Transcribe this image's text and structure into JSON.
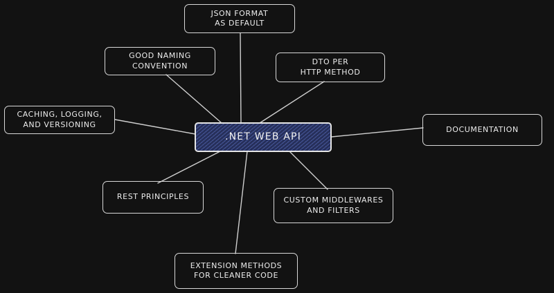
{
  "diagram": {
    "center": {
      "label": ".NET WEB API"
    },
    "branches": [
      {
        "id": "json-format",
        "label": "JSON FORMAT\nAS DEFAULT"
      },
      {
        "id": "good-naming",
        "label": "GOOD NAMING\nCONVENTION"
      },
      {
        "id": "dto-per-method",
        "label": "DTO PER\nHTTP METHOD"
      },
      {
        "id": "caching-logging",
        "label": "CACHING, LOGGING,\nAND VERSIONING"
      },
      {
        "id": "documentation",
        "label": "DOCUMENTATION"
      },
      {
        "id": "rest-principles",
        "label": "REST PRINCIPLES"
      },
      {
        "id": "custom-middlewares",
        "label": "CUSTOM MIDDLEWARES\nAND FILTERS"
      },
      {
        "id": "extension-methods",
        "label": "EXTENSION METHODS\nFOR CLEANER CODE"
      }
    ]
  },
  "colors": {
    "background": "#121212",
    "center_fill": "#262f5a",
    "stroke": "#d9d9d9",
    "text": "#ececec"
  }
}
